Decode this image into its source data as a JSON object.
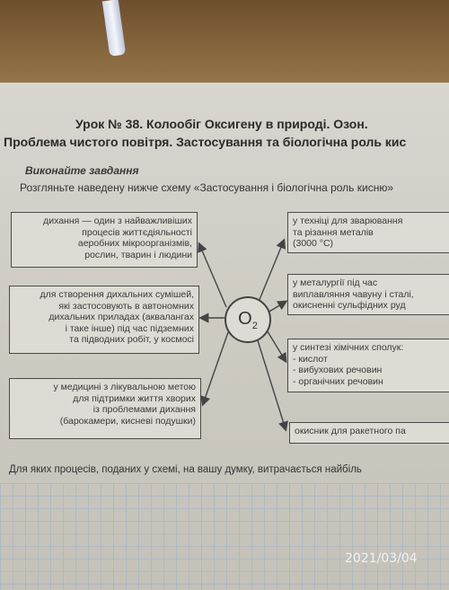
{
  "header": {
    "title1": "Урок № 38. Колообіг Оксигену в природі. Озон.",
    "title2": "Проблема чистого повітря. Застосування та біологічна роль кис"
  },
  "task": {
    "heading": "Виконайте завдання",
    "instruction": "Розгляньте наведену нижче схему «Застосування і біологічна роль кисню»"
  },
  "center": {
    "symbol": "O",
    "subscript": "2"
  },
  "left_boxes": [
    {
      "lines": [
        "дихання — один з найважливіших",
        "процесів життєдіяльності",
        "аеробних мікроорганізмів,",
        "рослин, тварин і людини"
      ]
    },
    {
      "lines": [
        "для створення дихальних сумішей,",
        "які застосовують в автономних",
        "дихальних приладах (аквалангах",
        "і таке інше) під час підземних",
        "та підводних робіт, у космосі"
      ]
    },
    {
      "lines": [
        "у медицині з лікувальною метою",
        "для підтримки життя хворих",
        "із проблемами дихання",
        "(барокамери, кисневі подушки)"
      ]
    }
  ],
  "right_boxes": [
    {
      "lines": [
        "у техніці для зварювання",
        "та різання металів",
        "(3000 °C)"
      ]
    },
    {
      "lines": [
        "у металургії під час",
        "виплавляння чавуну і сталі,",
        "окисненні сульфідних руд"
      ]
    },
    {
      "lines": [
        "у синтезі хімічних сполук:",
        "- кислот",
        "- вибухових речовин",
        "- органічних речовин"
      ]
    },
    {
      "lines": [
        "окисник для ракетного па"
      ]
    }
  ],
  "question": "Для яких процесів, поданих у схемі, на вашу думку, витрачається найбіль",
  "timestamp": "2021/03/04"
}
